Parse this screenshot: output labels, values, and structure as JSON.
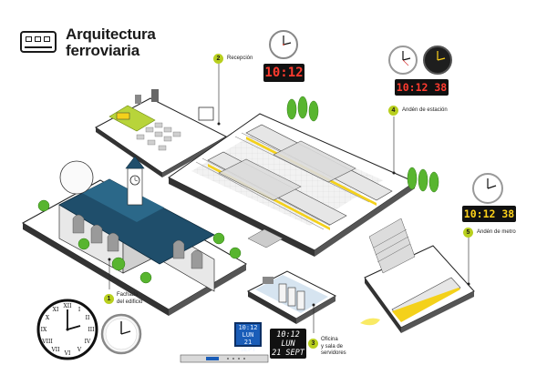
{
  "title": {
    "line1": "Arquitectura",
    "line2": "ferroviaria"
  },
  "sections": [
    {
      "number": "1",
      "label_line1": "Fachada",
      "label_line2": "del edificio"
    },
    {
      "number": "2",
      "label_line1": "Recepción"
    },
    {
      "number": "3",
      "label_line1": "Oficina",
      "label_line2": "y sala de",
      "label_line3": "servidores"
    },
    {
      "number": "4",
      "label_line1": "Andén de estación"
    },
    {
      "number": "5",
      "label_line1": "Andén de metro"
    }
  ],
  "displays": {
    "reception_time": "10:12",
    "platform_time": "10:12 38",
    "metro_time": "10:12 38",
    "office_lcd_time": "10:12",
    "office_lcd_day": "LUN",
    "office_lcd_date": "21 SEPT",
    "office_panel_time": "10:12",
    "office_panel_day": "LUN",
    "office_panel_date": "21 SEPT"
  },
  "colors": {
    "accent": "#b8cf1e",
    "train": "#f4d11a",
    "roof": "#1f4e6b",
    "digits": "#ff3b2f"
  }
}
